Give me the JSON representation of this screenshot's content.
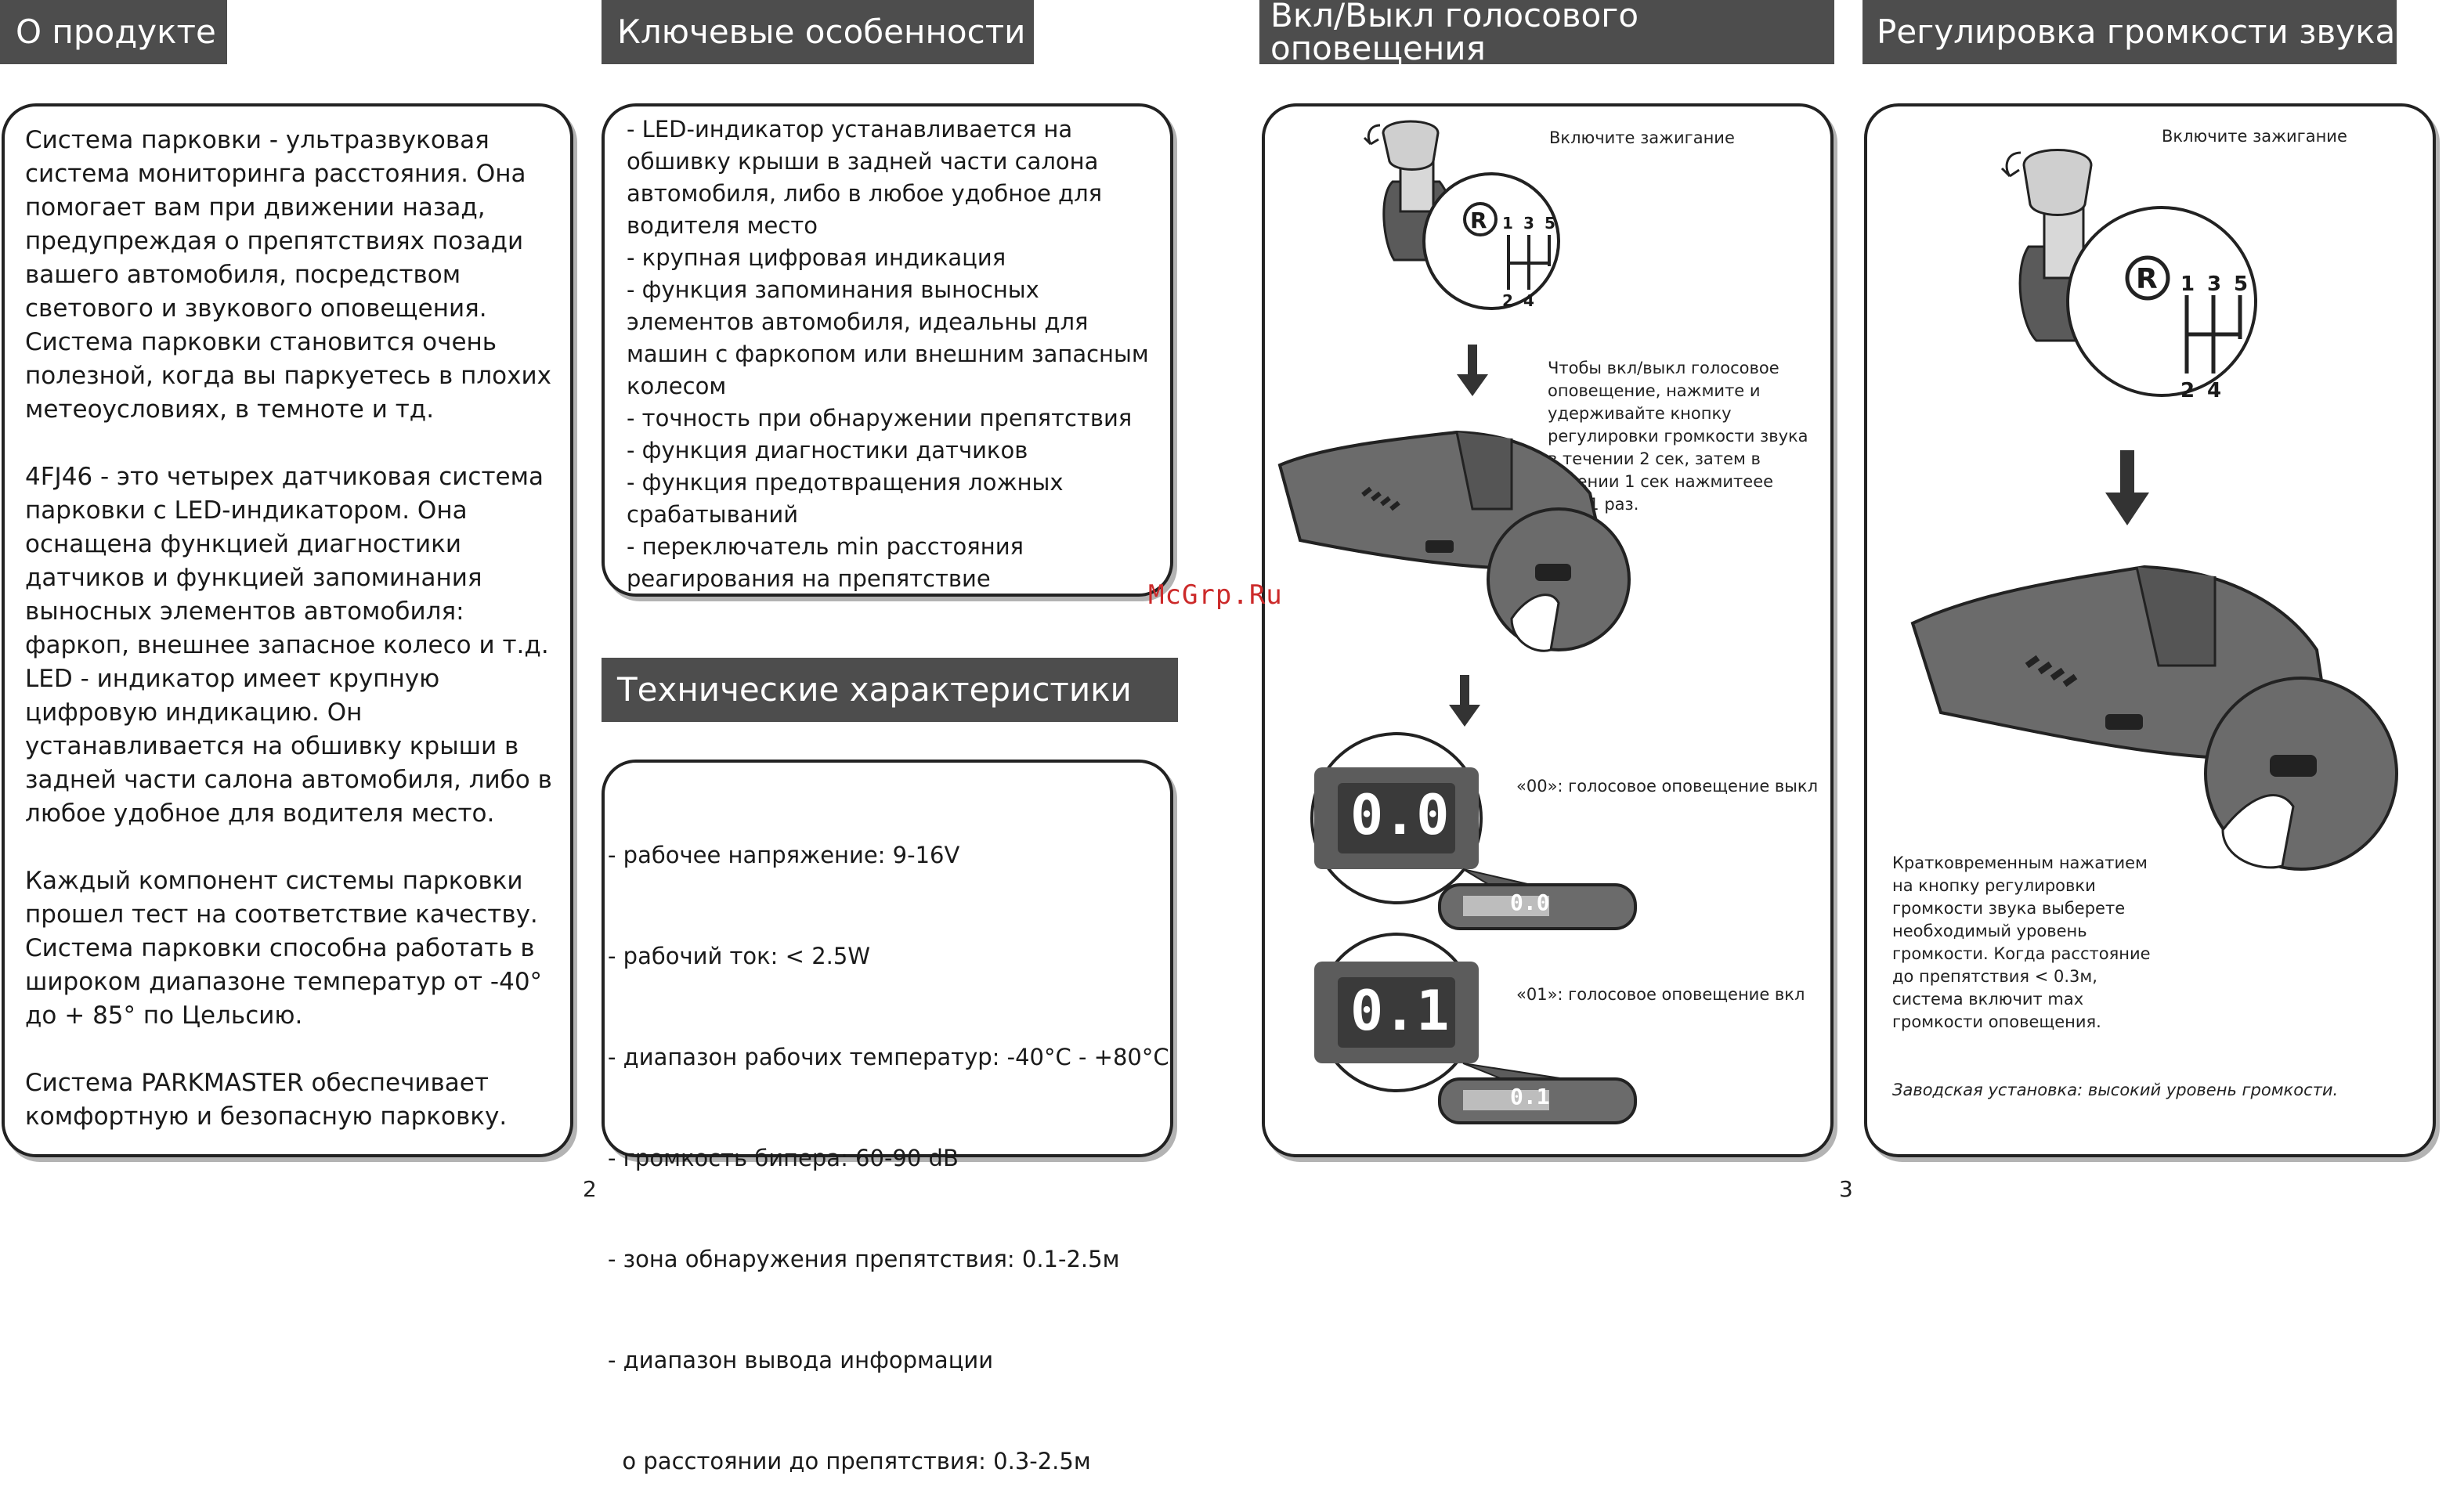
{
  "sections": {
    "about": {
      "title": "О продукте",
      "paragraphs": [
        "Система парковки  - ультразвуковая система мониторинга расстояния. Она помогает вам при движении назад, предупреждая о препятствиях позади вашего автомобиля, посредством светового и звукового оповещения. Система парковки становится очень полезной, когда вы паркуетесь в плохих метеоусловиях, в темноте и тд.",
        "4FJ46 - это четырех датчиковая система парковки с LED-индикатором. Она оснащена функцией диагностики датчиков и функцией запоминания выносных элементов автомобиля: фаркоп, внешнее запасное колесо и т.д. LED - индикатор имеет крупную цифровую индикацию.  Он устанавливается на обшивку крыши в задней части салона автомобиля,  либо в любое удобное для водителя место.",
        "Каждый компонент системы парковки прошел тест на соответствие качеству. Система парковки способна работать в широком диапазоне температур от -40° до + 85° по Цельсию.",
        "Система  PARKMASTER обеспечивает комфортную и безопасную парковку."
      ]
    },
    "features": {
      "title": "Ключевые особенности",
      "items": [
        "- LED-индикатор устанавливается на обшивку крыши в задней части салона автомобиля, либо в любое удобное для водителя место",
        "- крупная цифровая индикация",
        "- функция  запоминания выносных элементов автомобиля, идеальны для машин с фаркопом или внешним запасным колесом",
        "- точность при обнаружении препятствия",
        "- функция диагностики датчиков",
        "- функция предотвращения ложных срабатываний",
        "- переключатель min расстояния реагирования на препятствие"
      ]
    },
    "specs": {
      "title": "Технические характеристики",
      "items": [
        "- рабочее напряжение: 9-16V",
        "- рабочий ток: < 2.5W",
        "- диапазон рабочих температур: -40°C - +80°C",
        "- громкость бипера: 60-90 dB",
        "- зона обнаружения препятствия: 0.1-2.5м",
        "- диапазон вывода информации",
        "  о расстоянии до препятствия: 0.3-2.5м"
      ]
    },
    "voice": {
      "title": "Вкл/Выкл голосового оповещения",
      "ignition": "Включите зажигание",
      "instruction": "Чтобы вкл/выкл голосовое оповещение, нажмите и удерживайте кнопку регулировки громкости звука в течении 2 сек, затем в течении 1 сек нажмитеее еще 1 раз.",
      "state_off_caption": "«00»: голосовое оповещение выкл",
      "state_on_caption": "«01»: голосовое оповещение вкл",
      "display_off": "0.0",
      "display_on": "0.1"
    },
    "volume": {
      "title": "Регулировка громкости звука",
      "ignition": "Включите зажигание",
      "instruction": "Кратковременным нажатием на кнопку регулировки громкости звука выберете необходимый уровень громкости. Когда расстояние до препятствия < 0.3м, система включит max громкости оповещения.",
      "factory_note": "Заводская установка: высокий уровень громкости."
    }
  },
  "gear_labels": [
    "R",
    "1",
    "3",
    "5",
    "2",
    "4"
  ],
  "page_numbers": [
    "2",
    "3"
  ],
  "watermark": "McGrp.Ru",
  "colors": {
    "header_bg": "#4d4d4d",
    "header_text": "#ffffff",
    "panel_border": "#222222",
    "watermark": "#cc2a2a",
    "device_body": "#6b6b6b",
    "display_text": "#ffffff"
  }
}
